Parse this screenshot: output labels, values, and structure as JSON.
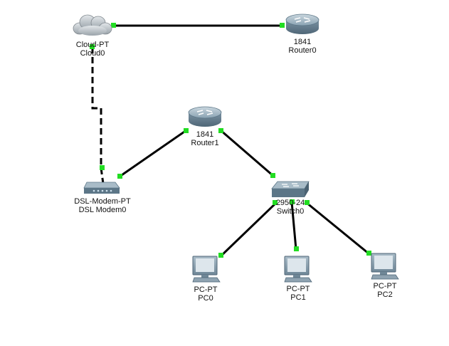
{
  "devices": {
    "cloud0": {
      "type": "cloud",
      "model": "Cloud-PT",
      "name": "Cloud0",
      "icon": "cloud-icon"
    },
    "router0": {
      "type": "router",
      "model": "1841",
      "name": "Router0",
      "icon": "router-icon"
    },
    "router1": {
      "type": "router",
      "model": "1841",
      "name": "Router1",
      "icon": "router-icon"
    },
    "modem0": {
      "type": "modem",
      "model": "DSL-Modem-PT",
      "name": "DSL Modem0",
      "icon": "dsl-modem-icon"
    },
    "switch0": {
      "type": "switch",
      "model": "2950-24",
      "name": "Switch0",
      "icon": "switch-icon"
    },
    "pc0": {
      "type": "pc",
      "model": "PC-PT",
      "name": "PC0",
      "icon": "pc-icon"
    },
    "pc1": {
      "type": "pc",
      "model": "PC-PT",
      "name": "PC1",
      "icon": "pc-icon"
    },
    "pc2": {
      "type": "pc",
      "model": "PC-PT",
      "name": "PC2",
      "icon": "pc-icon"
    }
  },
  "links": [
    {
      "from": "cloud0",
      "to": "router0",
      "style": "solid"
    },
    {
      "from": "cloud0",
      "to": "modem0",
      "style": "dashed"
    },
    {
      "from": "modem0",
      "to": "router1",
      "style": "solid"
    },
    {
      "from": "router1",
      "to": "switch0",
      "style": "solid"
    },
    {
      "from": "switch0",
      "to": "pc0",
      "style": "solid"
    },
    {
      "from": "switch0",
      "to": "pc1",
      "style": "solid"
    },
    {
      "from": "switch0",
      "to": "pc2",
      "style": "solid"
    }
  ],
  "colors": {
    "link": "#000000",
    "port_up": "#22dd22",
    "device_body": "#8aa3b3",
    "device_dark": "#5c7687"
  }
}
